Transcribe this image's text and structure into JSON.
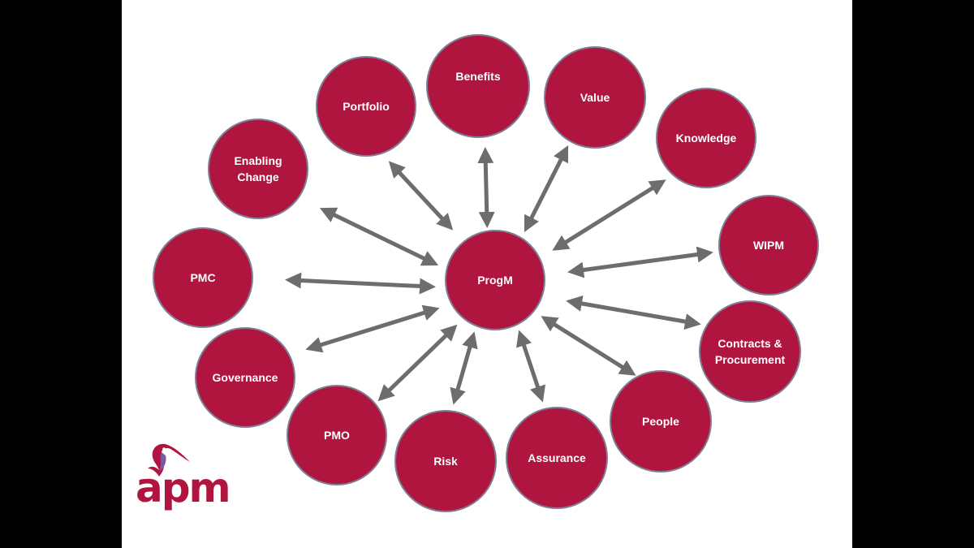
{
  "diagram": {
    "center": {
      "label": "ProgM"
    },
    "nodes": [
      {
        "label": "Portfolio"
      },
      {
        "label": "Benefits"
      },
      {
        "label": "Value"
      },
      {
        "label": "Knowledge"
      },
      {
        "label": "Enabling\nChange"
      },
      {
        "label": "WIPM"
      },
      {
        "label": "PMC"
      },
      {
        "label": "Contracts &\nProcurement"
      },
      {
        "label": "Governance"
      },
      {
        "label": "People"
      },
      {
        "label": "PMO"
      },
      {
        "label": "Risk"
      },
      {
        "label": "Assurance"
      }
    ],
    "colors": {
      "node_fill": "#b01540",
      "node_border": "#7d7f95",
      "arrow": "#6d6d6d"
    }
  },
  "logo": {
    "text": "apm",
    "accent": "#b01540",
    "secondary": "#7e57a0"
  }
}
